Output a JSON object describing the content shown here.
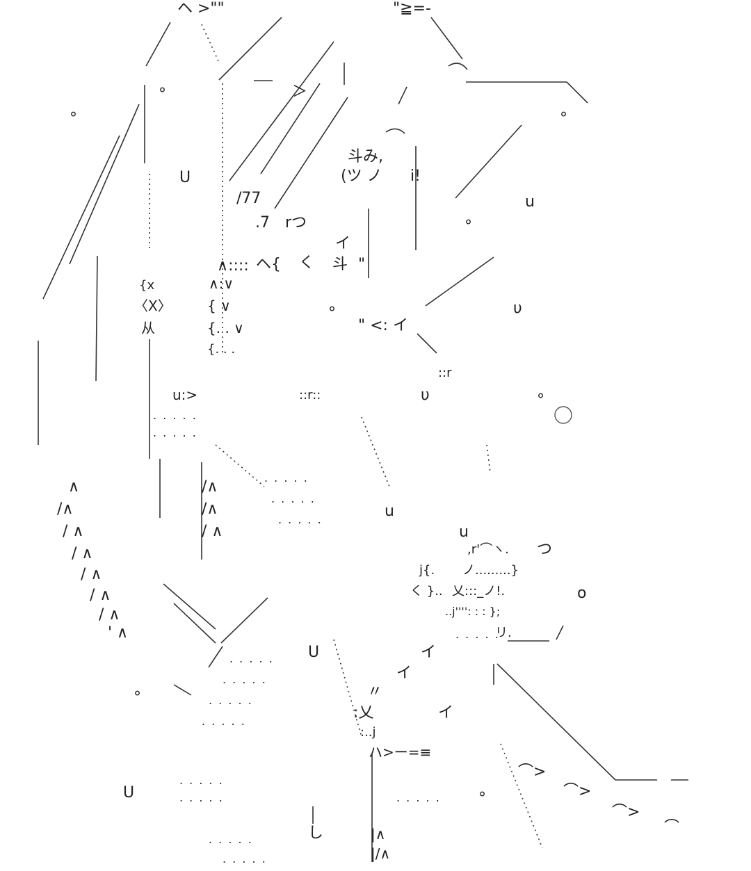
{
  "art": {
    "top_left": "ヘ >\"\"",
    "top_right": "\"≧=-",
    "slash_gt": "＞",
    "tumi": "斗み,",
    "tsu": "(ツ ノ",
    "i_excl": "i!",
    "seven7": "/77",
    "seven": ".7",
    "ratsu": "rつ",
    "i_kana": "イ",
    "less": "く",
    "to": "斗",
    "quote": "\"",
    "he": "ヘ{",
    "he2": "∧::::",
    "x1": "{x",
    "x2": "〈X〉",
    "jyu": "从",
    "ugt": "u:>",
    "rr": "::r::",
    "rr2": "::r",
    "lt_i": "\" <: イ",
    "u": "U",
    "u_small": "u",
    "u_italic": "υ",
    "o": "o",
    "ring": "°",
    "tsu2": "つ",
    "rhat": ",r'⌒ヽ.",
    "jbrace": "j{.",
    "nobrace": "ノ.........}",
    "kbrace": "く }..",
    "kome": "乂:::_ノ!.",
    "jbar": "..j'''': : : };",
    "ri": "リ.",
    "i_slash": "イ",
    "kome2": ":乂",
    "ji": ":..j",
    "hamono": "ハ>ー=≡",
    "quote2": "〃",
    "shi": "し",
    "lamb": "|/∧",
    "lamb2": "|∧",
    "arc1": "⌒>",
    "arc2": "⌒>",
    "arc3": "⌒>",
    "arc4": "⌒",
    "lambdas": [
      "∧",
      "/∧",
      "/ ∧",
      "/ ∧",
      "/ ∧",
      "/ ∧",
      "/ ∧",
      "' ∧"
    ],
    "vs": [
      "∧:∨",
      "{ ∨",
      "{. . ∨",
      "{. . ."
    ],
    "dots": ". . . . ."
  }
}
